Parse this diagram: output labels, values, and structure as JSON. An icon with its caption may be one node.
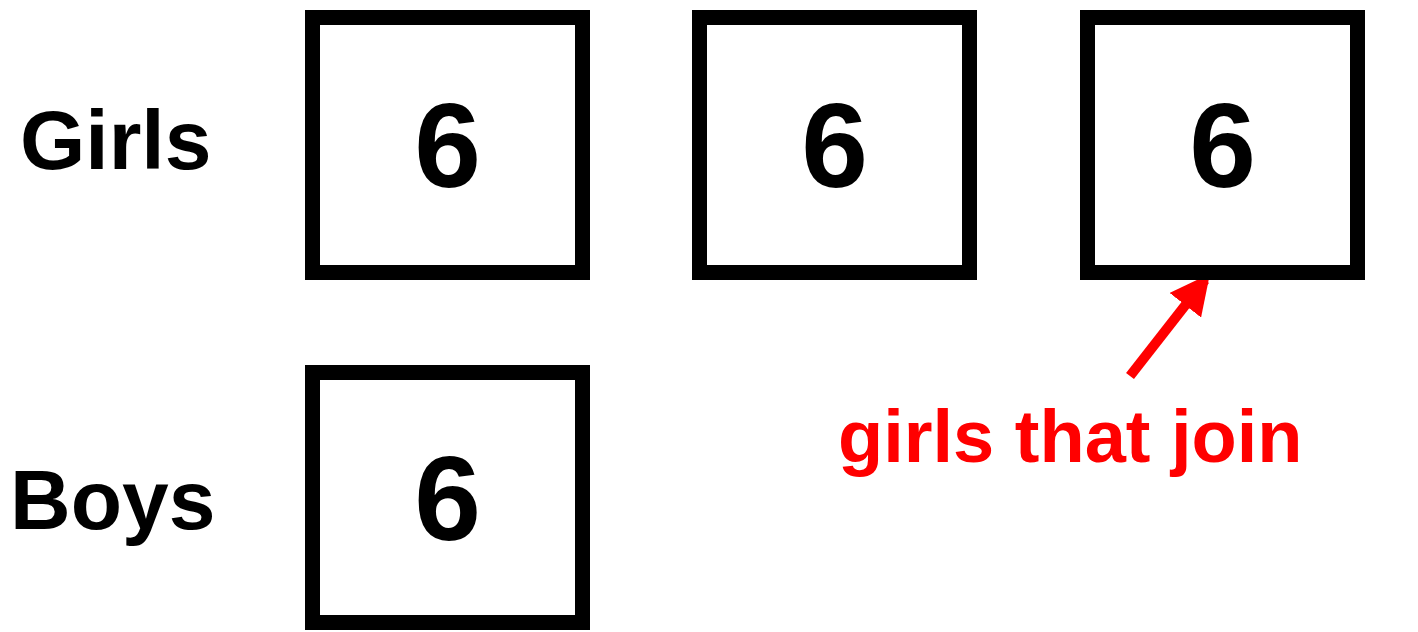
{
  "diagram": {
    "nodes": [
      {
        "text": [
          "6"
        ]
      },
      {
        "text": [
          "6"
        ]
      },
      {
        "text": [
          "6"
        ]
      },
      {
        "text": [
          "6"
        ]
      },
      {
        "text": [
          "girls that join"
        ]
      }
    ],
    "edges": [
      {
        "from": 4,
        "to": 2,
        "arrow": "to",
        "color": "#ff0000"
      }
    ],
    "labels": [
      "Girls",
      "Boys"
    ]
  }
}
